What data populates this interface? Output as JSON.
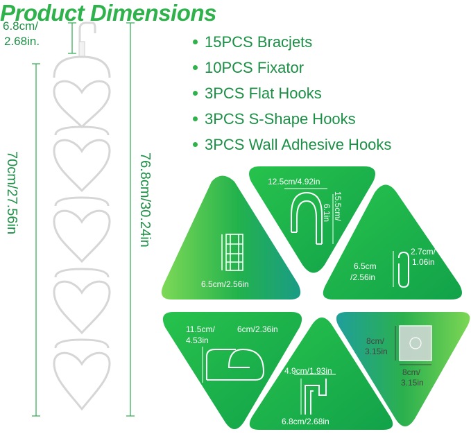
{
  "title": "Product Dimensions",
  "items": [
    "15PCS Bracjets",
    "10PCS Fixator",
    "3PCS Flat Hooks",
    "3PCS S-Shape Hooks",
    "3PCS Wall Adhesive Hooks"
  ],
  "hanger": {
    "hook_dim_cm": "6.8cm/",
    "hook_dim_in": "2.68in.",
    "body_length": "70cm/27.56in",
    "total_length": "76.8cm/30.24in"
  },
  "panels": {
    "bracket_w": "12.5cm/4.92in",
    "bracket_h1": "15.5cm/",
    "bracket_h2": "6.1in",
    "fixator": "6.5cm/2.56in",
    "s_hook_w1": "2.7cm/",
    "s_hook_w2": "1.06in",
    "s_hook_h1": "6.5cm",
    "s_hook_h2": "/2.56in",
    "flat_w1": "11.5cm/",
    "flat_w2": "4.53in",
    "flat_h": "6cm/2.36in",
    "small_hook_w": "4.9cm/1.93in",
    "small_hook_h": "6.8cm/2.68in",
    "adhesive_h1": "8cm/",
    "adhesive_h2": "3.15in",
    "adhesive_w1": "8cm/",
    "adhesive_w2": "3.15in"
  },
  "colors": {
    "green_dark": "#0ea24f",
    "green_light": "#7ed957",
    "teal": "#1fa6a0",
    "title": "#2fb24b"
  }
}
